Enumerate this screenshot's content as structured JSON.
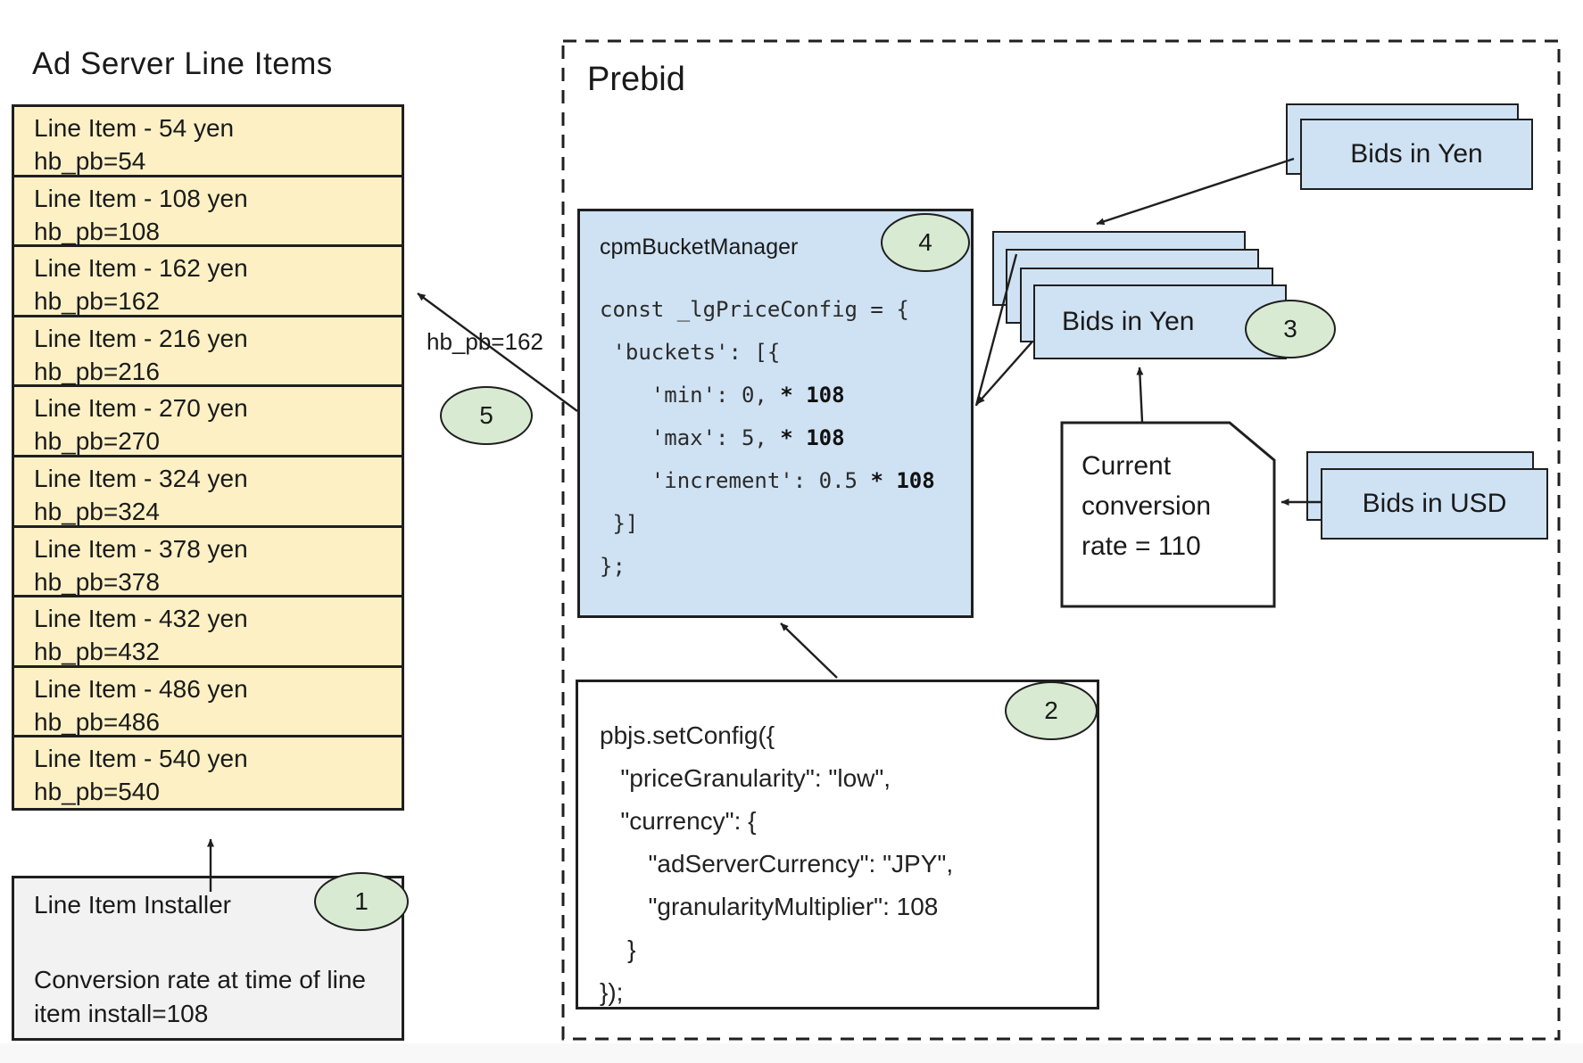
{
  "colors": {
    "line_item_fill": "#fcf0c4",
    "card_fill": "#cfe2f3",
    "badge_fill": "#d9ead3",
    "installer_fill": "#f2f2f2"
  },
  "ad_server": {
    "title": "Ad Server Line Items",
    "line_items": [
      {
        "title": "Line Item - 54 yen",
        "target": "hb_pb=54"
      },
      {
        "title": "Line Item - 108 yen",
        "target": "hb_pb=108"
      },
      {
        "title": "Line Item - 162 yen",
        "target": "hb_pb=162"
      },
      {
        "title": "Line Item - 216 yen",
        "target": "hb_pb=216"
      },
      {
        "title": "Line Item - 270 yen",
        "target": "hb_pb=270"
      },
      {
        "title": "Line Item - 324 yen",
        "target": "hb_pb=324"
      },
      {
        "title": "Line Item - 378 yen",
        "target": "hb_pb=378"
      },
      {
        "title": "Line Item - 432 yen",
        "target": "hb_pb=432"
      },
      {
        "title": "Line Item - 486 yen",
        "target": "hb_pb=486"
      },
      {
        "title": "Line Item - 540 yen",
        "target": "hb_pb=540"
      }
    ],
    "installer": {
      "badge": "1",
      "title": "Line Item Installer",
      "note": "Conversion rate at time of line item install=108"
    }
  },
  "prebid": {
    "title": "Prebid",
    "cpm_bucket_manager": {
      "badge": "4",
      "title": "cpmBucketManager",
      "code": [
        [
          {
            "text": "const _lgPriceConfig = {"
          }
        ],
        [
          {
            "text": " 'buckets': [{"
          }
        ],
        [
          {
            "text": "    'min': 0, "
          },
          {
            "text": "* 108",
            "bold": true
          }
        ],
        [
          {
            "text": "    'max': 5, "
          },
          {
            "text": "* 108",
            "bold": true
          }
        ],
        [
          {
            "text": "    'increment': 0.5 "
          },
          {
            "text": "* 108",
            "bold": true
          }
        ],
        [
          {
            "text": " }]"
          }
        ],
        [
          {
            "text": "};"
          }
        ]
      ]
    },
    "set_config": {
      "badge": "2",
      "code": [
        [
          {
            "text": "pbjs.setConfig({"
          }
        ],
        [
          {
            "text": "   \"priceGranularity\": \"low\","
          }
        ],
        [
          {
            "text": "   \"currency\": {"
          }
        ],
        [
          {
            "text": "       \"adServerCurrency\": \"JPY\","
          }
        ],
        [
          {
            "text": "       \"granularityMultiplier\": 108"
          }
        ],
        [
          {
            "text": "    }"
          }
        ],
        [
          {
            "text": "});"
          }
        ]
      ]
    },
    "bids_in_yen_incoming": {
      "label": "Bids in Yen"
    },
    "bids_in_yen_stack": {
      "label": "Bids in Yen",
      "badge": "3"
    },
    "bids_in_usd": {
      "label": "Bids in USD"
    },
    "conversion_note": {
      "text": "Current\nconversion\nrate = 110"
    },
    "arrow_label": "hb_pb=162",
    "badge_5": "5"
  }
}
